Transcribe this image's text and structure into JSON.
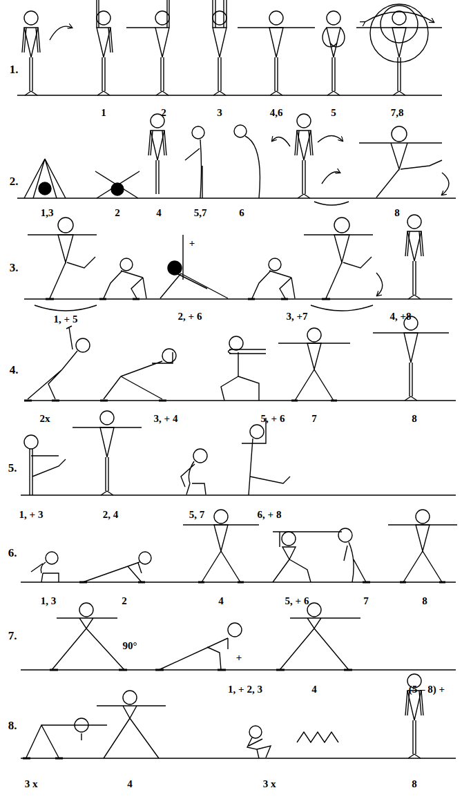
{
  "diagram": {
    "labels": [
      "1.",
      "1",
      "2",
      "3",
      "4,6",
      "5",
      "7,8",
      "2.",
      "1,3",
      "2",
      "4",
      "5,7",
      "6",
      "8",
      "3.",
      "1, + 5",
      "+",
      "2, + 6",
      "3, +7",
      "4, +8",
      "4.",
      "2x",
      "3, + 4",
      "5, + 6",
      "7",
      "8",
      "5.",
      "1, + 3",
      "2, 4",
      "5, 7",
      "6, + 8",
      "6.",
      "1, 3",
      "2",
      "4",
      "5, + 6",
      "7",
      "8",
      "7.",
      "90°",
      "+",
      "1, + 2, 3",
      "4",
      "(5 – 8) +",
      "8.",
      "3 x",
      "4",
      "3 x",
      "8"
    ]
  }
}
